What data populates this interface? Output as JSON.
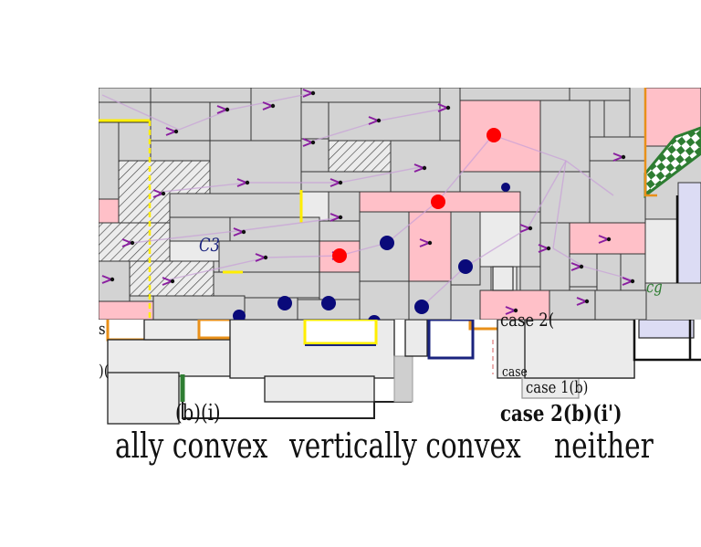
{
  "labels": {
    "c3": "C3",
    "case_2_partial": "case 2(",
    "case_partial": "case",
    "case_1b": "case 1(b)",
    "case_2bi": "case 2(b)(i')",
    "case_bi": "(b)(i)",
    "cg": "cg",
    "left_s": "s",
    "left_b": ")("
  },
  "captions": {
    "left": "ally convex",
    "middle": "vertically convex",
    "right": "neither"
  },
  "colors": {
    "cell_gray": "#d3d3d3",
    "cell_pink": "#ffc0c8",
    "cell_light": "#ebebeb",
    "dot_red": "#ff0000",
    "dot_blue": "#0a0a7a",
    "arrow_purple": "#8a1fa0",
    "line_yellow": "#ffee00",
    "line_orange": "#e8901a",
    "line_green": "#2e7d32",
    "line_navy": "#1a237e"
  }
}
